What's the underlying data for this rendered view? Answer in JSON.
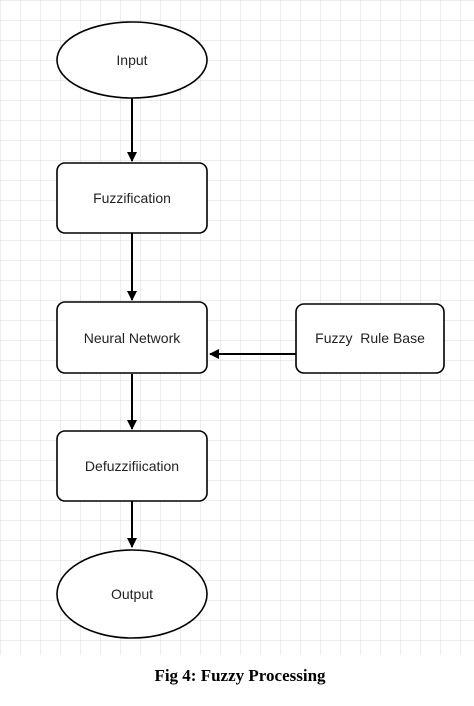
{
  "diagram": {
    "nodes": {
      "input": "Input",
      "fuzzification": "Fuzzification",
      "neural_network": "Neural Network",
      "fuzzy_rule_base": "Fuzzy  Rule Base",
      "defuzzification": "Defuzzifiication",
      "output": "Output"
    },
    "caption": "Fig 4: Fuzzy Processing"
  },
  "colors": {
    "grid": "#d9d9d9",
    "stroke": "#000000",
    "fill": "#ffffff"
  }
}
